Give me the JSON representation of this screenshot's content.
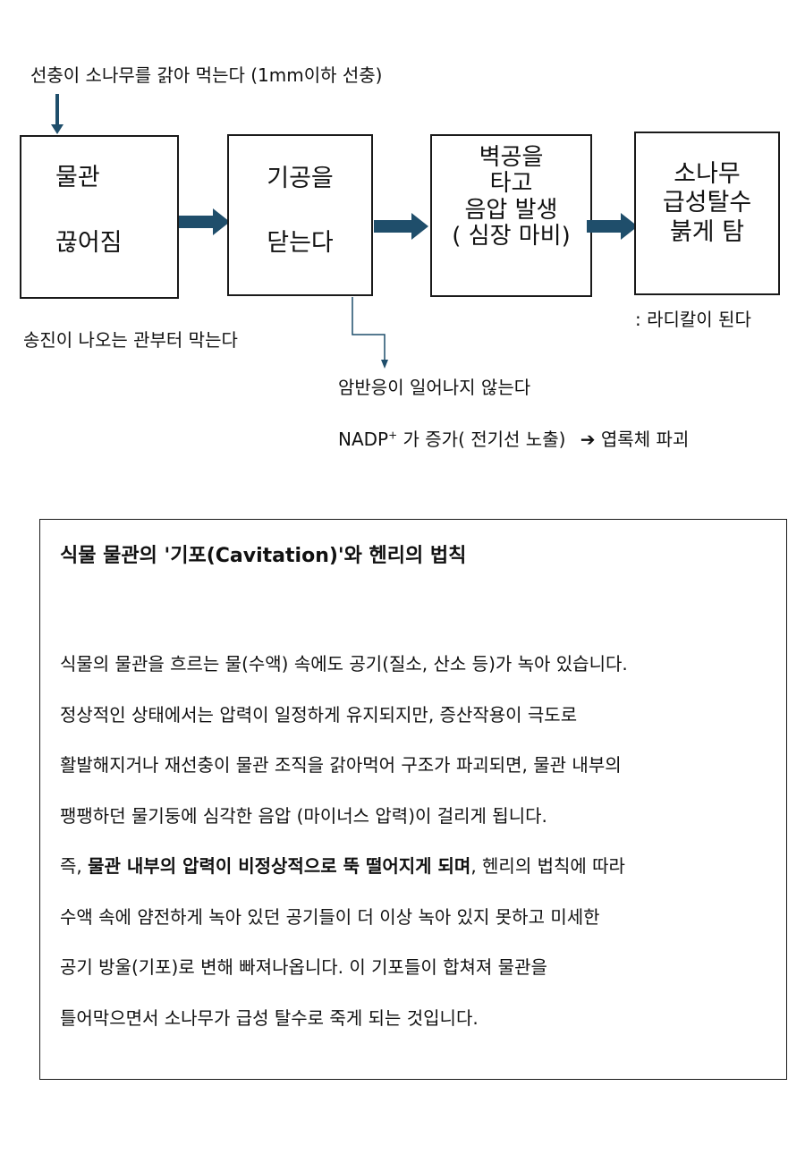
{
  "diagram": {
    "top_label": "선충이 소나무를 갉아 먹는다 (1mm이하 선충)",
    "boxes": [
      {
        "lines": [
          "물관",
          "끊어짐"
        ]
      },
      {
        "lines": [
          "기공을",
          "닫는다"
        ]
      },
      {
        "lines": [
          "벽공을",
          "타고",
          "음압 발생",
          "( 심장 마비)"
        ]
      },
      {
        "lines": [
          "소나무",
          "급성탈수",
          "붉게 탐"
        ]
      }
    ],
    "label_box1": "송진이 나오는 관부터 막는다",
    "label_box4": ": 라디칼이 된다",
    "branch_label": "암반응이 일어나지 않는다",
    "nadp_label": "NADP",
    "nadp_sup": "+",
    "nadp_rest": " 가 증가( 전기선 노출)",
    "nadp_arrow": "➔",
    "nadp_result": "엽록체 파괴",
    "colors": {
      "arrow": "#1f4e6b",
      "box_border": "#1a1a1a"
    }
  },
  "note": {
    "title": "식물 물관의 '기포(Cavitation)'와 헨리의 법칙",
    "lines": [
      "식물의 물관을 흐르는 물(수액) 속에도 공기(질소, 산소 등)가 녹아 있습니다.",
      "정상적인 상태에서는 압력이 일정하게 유지되지만, 증산작용이 극도로",
      "활발해지거나 재선충이 물관 조직을 갉아먹어 구조가 파괴되면, 물관 내부의",
      "팽팽하던 물기둥에 심각한 음압 (마이너스 압력)이 걸리게 됩니다."
    ],
    "line5_prefix": "즉, ",
    "line5_bold": "물관 내부의 압력이 비정상적으로 뚝 떨어지게 되며",
    "line5_suffix": ", 헨리의 법칙에 따라",
    "lines_after": [
      "수액 속에 얌전하게 녹아 있던 공기들이 더 이상 녹아 있지 못하고 미세한",
      "공기 방울(기포)로 변해 빠져나옵니다. 이 기포들이 합쳐져 물관을",
      "틀어막으면서 소나무가 급성 탈수로 죽게 되는 것입니다."
    ]
  }
}
